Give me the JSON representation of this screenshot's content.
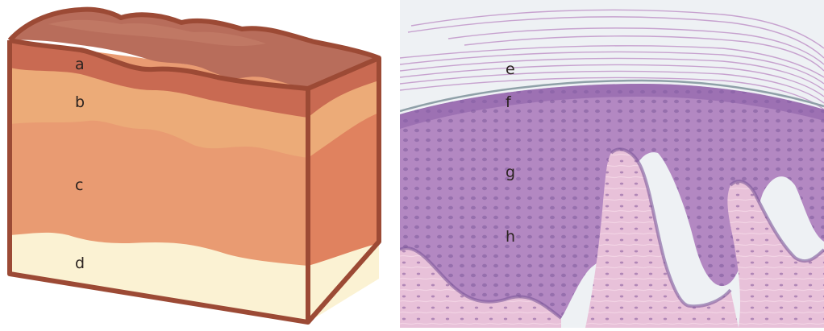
{
  "left_diagram": {
    "labels": [
      "a",
      "b",
      "c",
      "d"
    ],
    "colors": {
      "outline": "#9c4a35",
      "top": "#b86d5b",
      "layer_a": "#c96a52",
      "layer_b": "#ecab78",
      "layer_c": "#e99b72",
      "layer_d": "#fbf2d3",
      "side": "#e0825f"
    }
  },
  "right_micrograph": {
    "labels": [
      "e",
      "f",
      "g",
      "h"
    ],
    "colors": {
      "stratum_corneum": "#c7a2cf",
      "granular_band": "#8a5ea7",
      "spinous": "#b184c0",
      "basal": "#9d74b3",
      "dermis": "#e7bfd8"
    }
  }
}
